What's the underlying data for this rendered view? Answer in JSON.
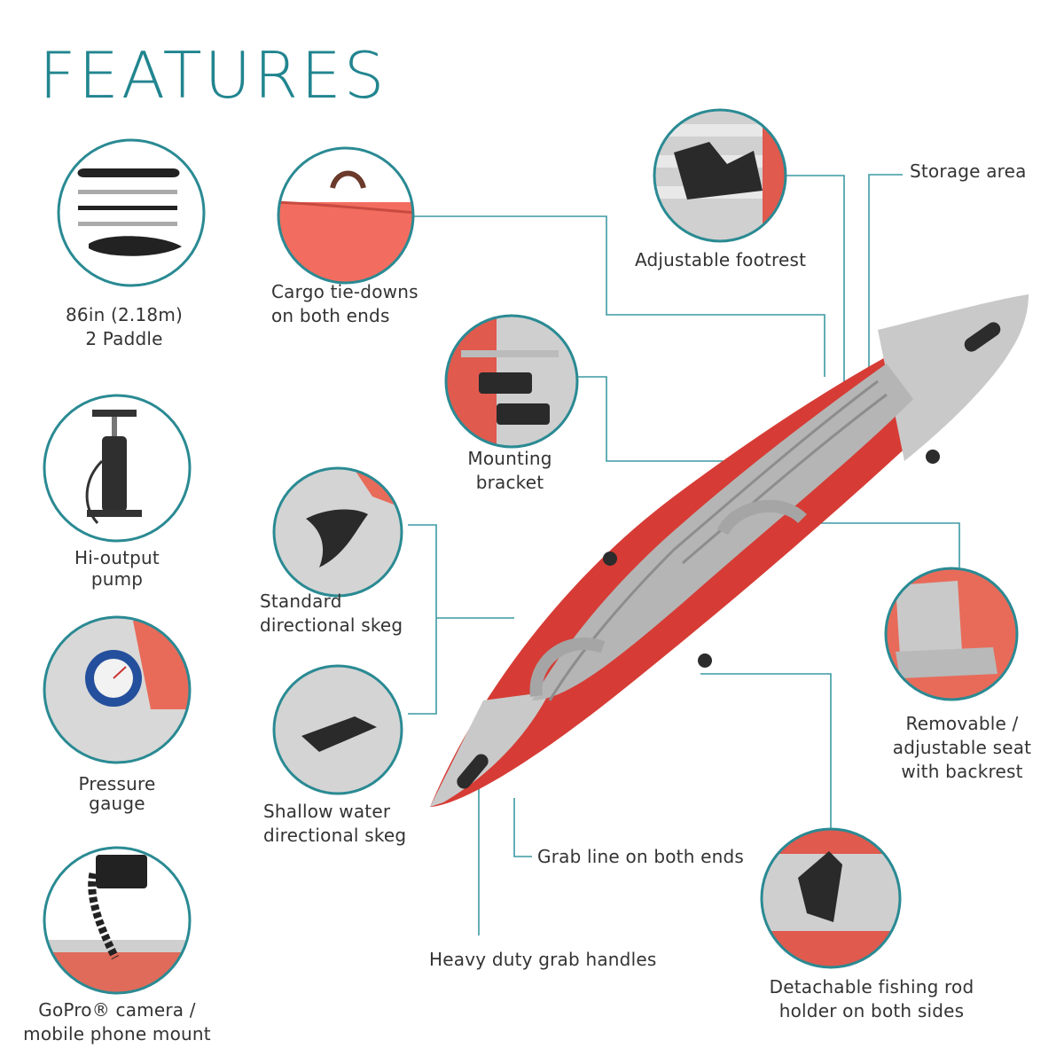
{
  "page": {
    "title": "FEATURES"
  },
  "colors": {
    "accent": "#21858f",
    "kayak_red": "#d63c35",
    "kayak_grey": "#c8c8c8",
    "ring": "#2a8a93",
    "text": "#333333"
  },
  "left_column": [
    {
      "icon": "paddle-icon",
      "line1": "86in (2.18m)",
      "line2": "2 Paddle"
    },
    {
      "icon": "pump-icon",
      "line1": "Hi-output",
      "line2": "pump"
    },
    {
      "icon": "pressure-gauge-icon",
      "line1": "Pressure",
      "line2": "gauge"
    },
    {
      "icon": "camera-mount-icon",
      "line1": "GoPro® camera /",
      "line2": "mobile phone mount"
    }
  ],
  "callouts": {
    "cargo": {
      "line1": "Cargo tie-downs",
      "line2": "on both ends"
    },
    "footrest": {
      "line1": "Adjustable footrest"
    },
    "storage": {
      "line1": "Storage area"
    },
    "bracket": {
      "line1": "Mounting",
      "line2": "bracket"
    },
    "standard_skeg": {
      "line1": "Standard",
      "line2": "directional skeg"
    },
    "shallow_skeg": {
      "line1": "Shallow water",
      "line2": "directional skeg"
    },
    "seat": {
      "line1": "Removable /",
      "line2": "adjustable seat",
      "line3": "with backrest"
    },
    "grab_line": {
      "line1": "Grab line on both ends"
    },
    "grab_handles": {
      "line1": "Heavy duty grab handles"
    },
    "rod_holder": {
      "line1": "Detachable fishing rod",
      "line2": "holder on both sides"
    }
  }
}
